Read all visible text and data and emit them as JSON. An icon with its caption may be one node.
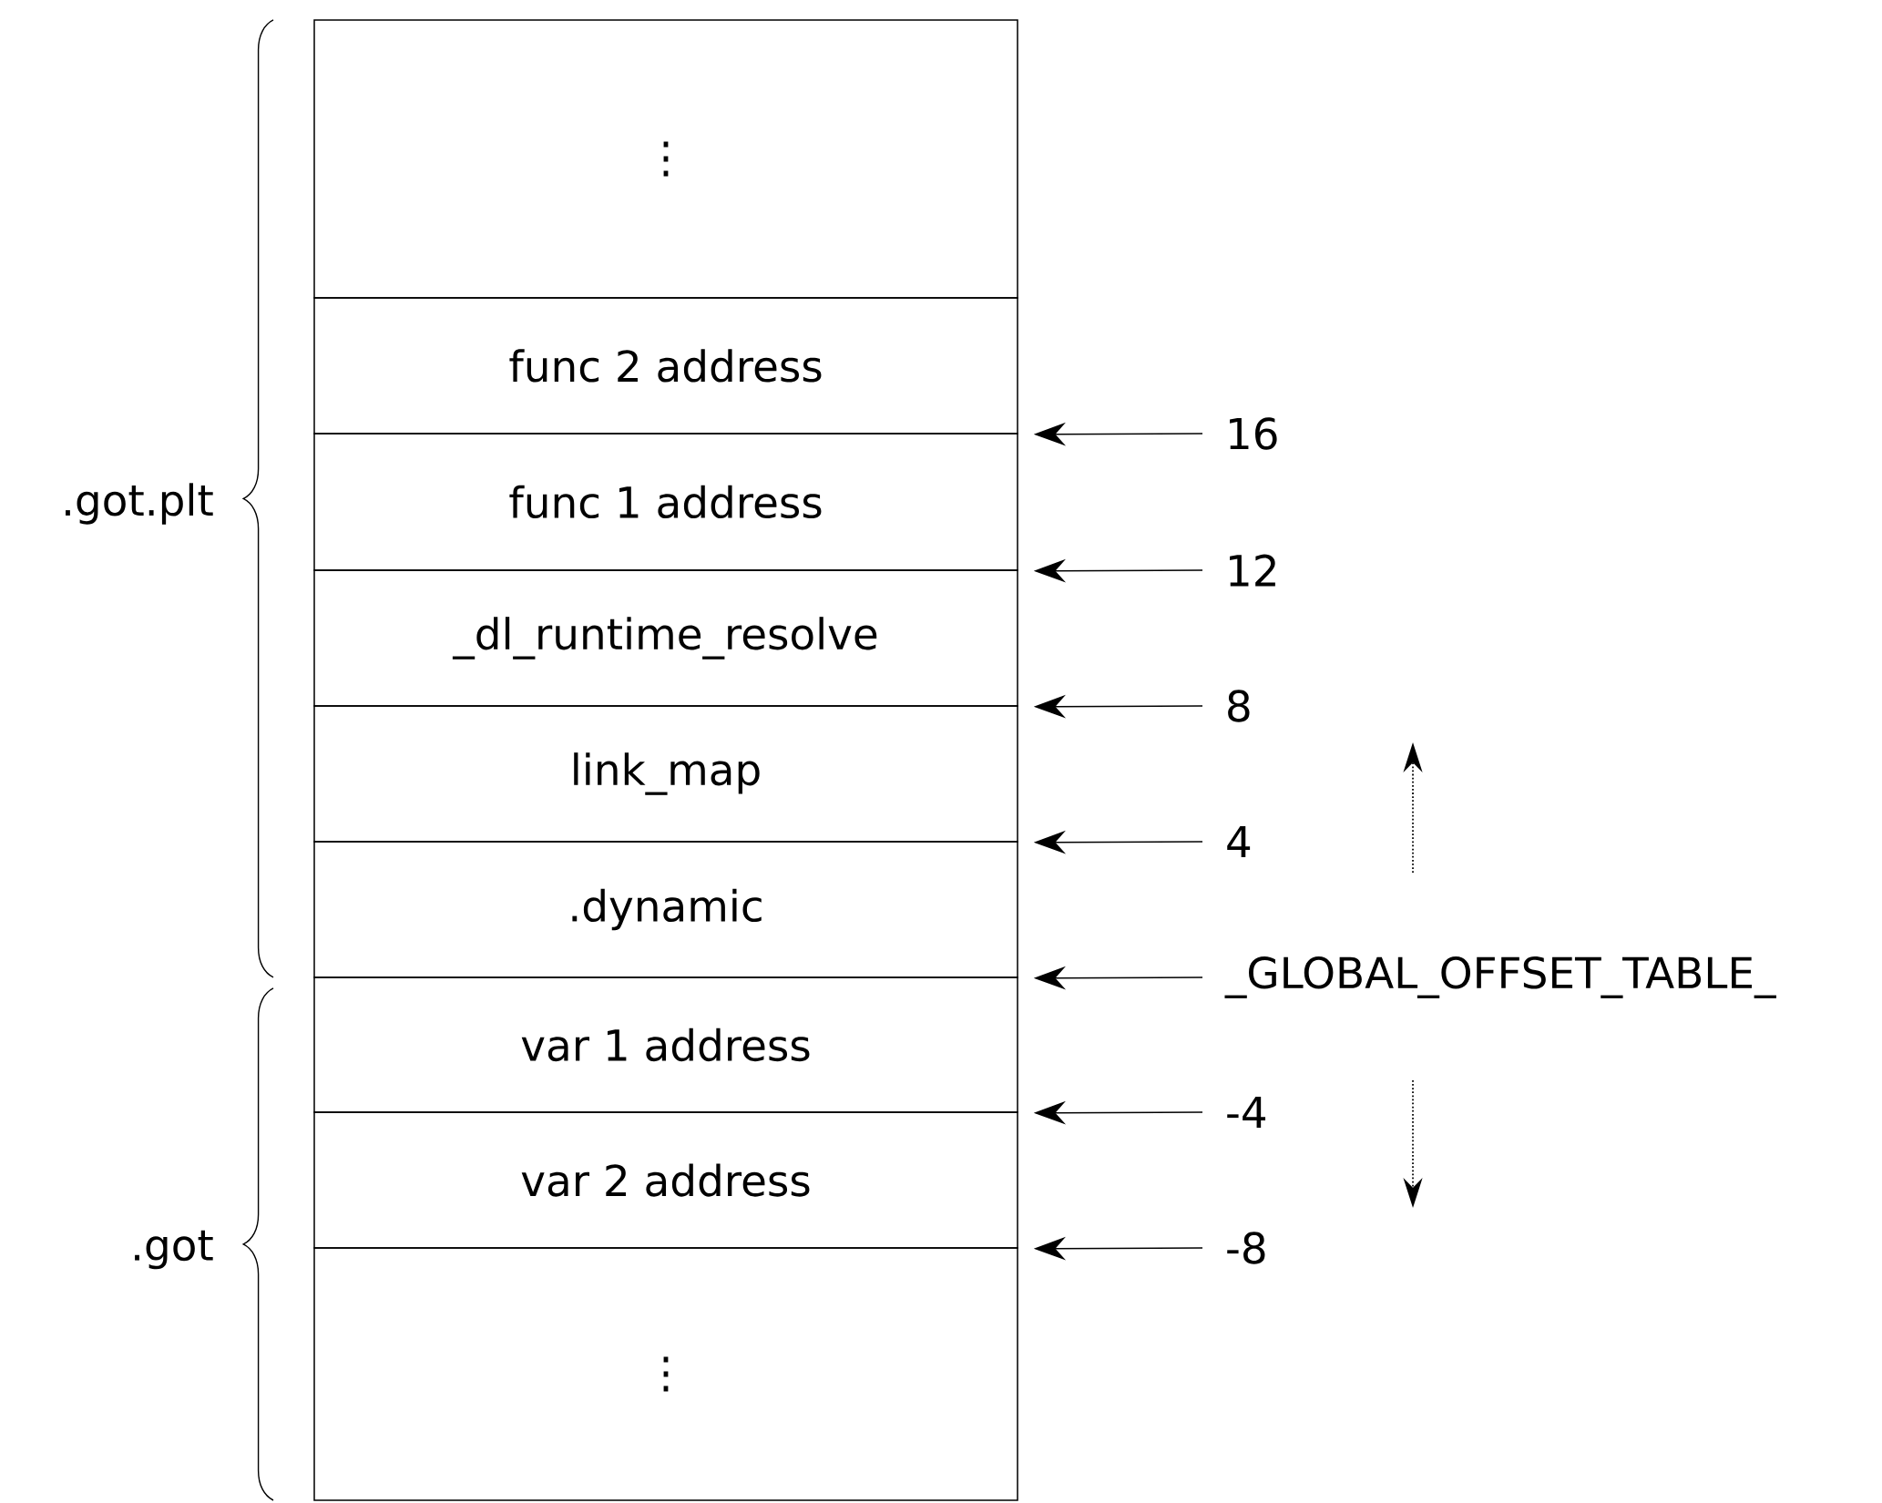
{
  "diagram": {
    "nodes": [
      {
        "text": [
          "⋮"
        ]
      },
      {
        "text": [
          "func 2 address"
        ]
      },
      {
        "text": [
          "func 1 address"
        ]
      },
      {
        "text": [
          "_dl_runtime_resolve"
        ]
      },
      {
        "text": [
          "link_map"
        ]
      },
      {
        "text": [
          ".dynamic"
        ]
      },
      {
        "text": [
          "var 1 address"
        ]
      },
      {
        "text": [
          "var 2 address"
        ]
      },
      {
        "text": [
          "⋮"
        ]
      },
      {
        "text": [
          "16"
        ]
      },
      {
        "text": [
          "12"
        ]
      },
      {
        "text": [
          "8"
        ]
      },
      {
        "text": [
          "4"
        ]
      },
      {
        "text": [
          "_GLOBAL_OFFSET_TABLE_"
        ]
      },
      {
        "text": [
          "-4"
        ]
      },
      {
        "text": [
          "-8"
        ]
      }
    ],
    "edges": [
      {
        "from": 9,
        "to": 1,
        "arrow": "to"
      },
      {
        "from": 10,
        "to": 2,
        "arrow": "to"
      },
      {
        "from": 11,
        "to": 3,
        "arrow": "to"
      },
      {
        "from": 12,
        "to": 4,
        "arrow": "to"
      },
      {
        "from": 13,
        "to": 5,
        "arrow": "to"
      },
      {
        "from": 14,
        "to": 6,
        "arrow": "to"
      },
      {
        "from": 15,
        "to": 7,
        "arrow": "to"
      }
    ],
    "labels": [
      ".got.plt",
      ".got"
    ]
  }
}
